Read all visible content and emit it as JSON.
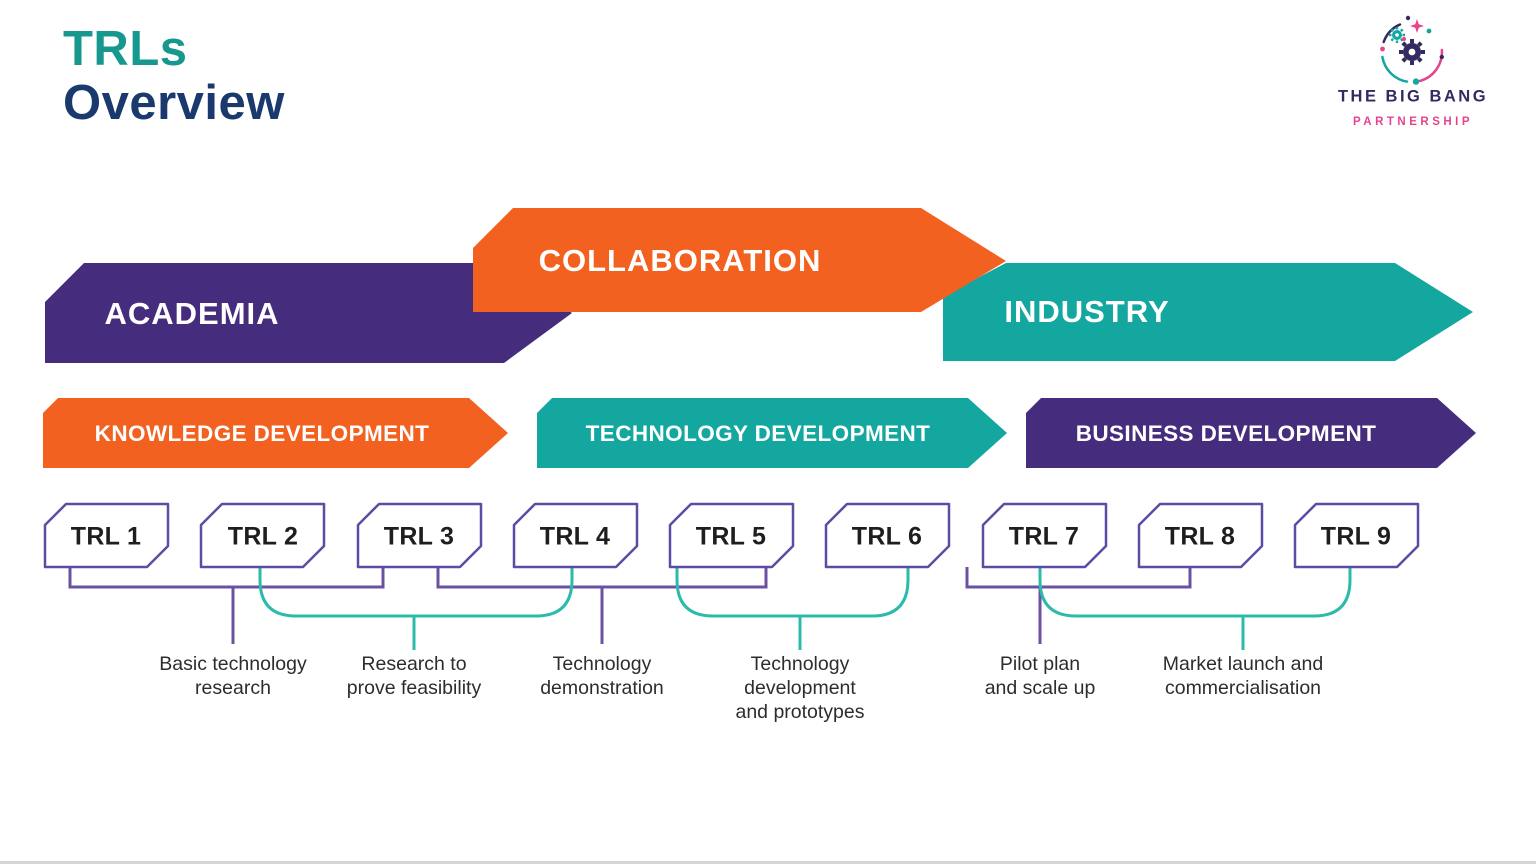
{
  "title": {
    "line1": "TRLs",
    "line2": "Overview"
  },
  "logo": {
    "line1": "THE BIG BANG",
    "line2": "PARTNERSHIP"
  },
  "colors": {
    "orange": "#F2611F",
    "purple": "#462C7D",
    "teal": "#13A7A0",
    "box_border": "#5D4BA4",
    "connector_purple": "#6C50A1",
    "connector_teal": "#2CBBAA",
    "title_teal": "#16988F",
    "title_navy": "#1A3A6E",
    "logo_navy": "#322A60",
    "logo_pink": "#E6448C",
    "caption_text": "#2D2D2D",
    "trl_text": "#1E1E1E"
  },
  "stage_banners": [
    {
      "label": "ACADEMIA"
    },
    {
      "label": "COLLABORATION"
    },
    {
      "label": "INDUSTRY"
    }
  ],
  "phase_banners": [
    {
      "label": "KNOWLEDGE DEVELOPMENT"
    },
    {
      "label": "TECHNOLOGY DEVELOPMENT"
    },
    {
      "label": "BUSINESS DEVELOPMENT"
    }
  ],
  "trl_boxes": [
    {
      "label": "TRL 1"
    },
    {
      "label": "TRL 2"
    },
    {
      "label": "TRL 3"
    },
    {
      "label": "TRL 4"
    },
    {
      "label": "TRL 5"
    },
    {
      "label": "TRL 6"
    },
    {
      "label": "TRL 7"
    },
    {
      "label": "TRL 8"
    },
    {
      "label": "TRL 9"
    }
  ],
  "captions": [
    {
      "text": "Basic technology\nresearch"
    },
    {
      "text": "Research to\nprove feasibility"
    },
    {
      "text": "Technology\ndemonstration"
    },
    {
      "text": "Technology\ndevelopment\nand prototypes"
    },
    {
      "text": "Pilot plan\nand scale up"
    },
    {
      "text": "Market launch and\ncommercialisation"
    }
  ]
}
